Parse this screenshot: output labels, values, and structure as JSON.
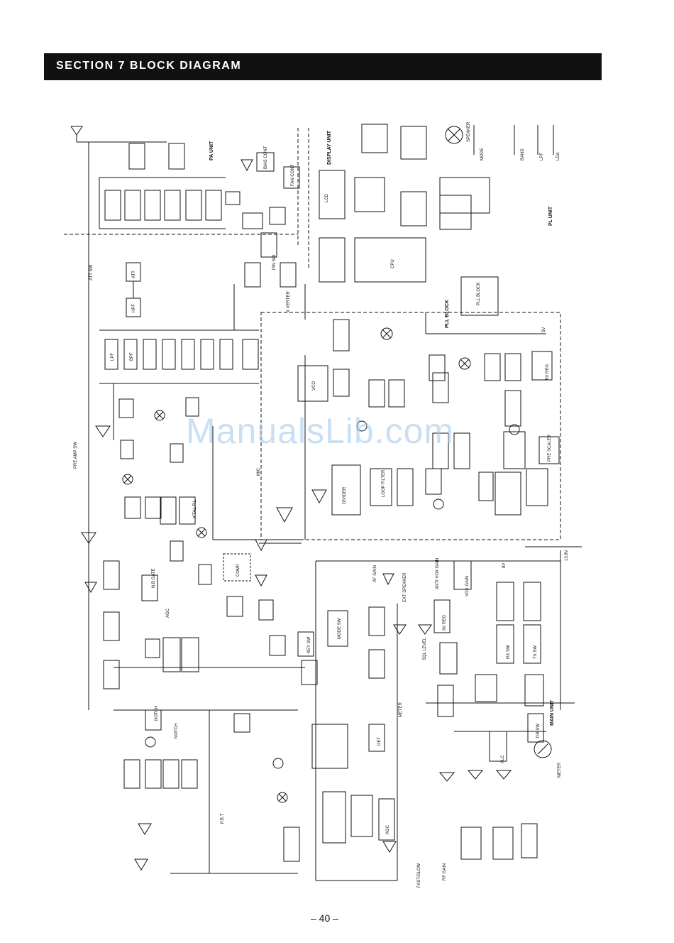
{
  "header": {
    "title": "SECTION  7  BLOCK DIAGRAM"
  },
  "units": {
    "pa_unit": "PA UNIT",
    "display_unit": "DISPLAY UNIT",
    "pll_block": "PLL BLOCK",
    "pl_unit": "PL UNIT",
    "main_unit": "MAIN UNIT"
  },
  "blocks": {
    "lpf": "LPF",
    "bpf": "BPF",
    "hpf": "HPF",
    "att": "ATT",
    "vco": "VCO",
    "lcd": "LCD",
    "det": "DET",
    "pin_sw": "PIN SW",
    "agc": "AGC",
    "notch": "NOTCH",
    "nb_gate": "N.B GATE",
    "xtal_fil": "X'TAL FIL",
    "comp": "COMP",
    "mode_sw": "MODE SW",
    "key_sw": "KEY SW",
    "bias_cont": "BIAS CONT",
    "fan_cont": "FAN CONT",
    "divider": "DIVIDER",
    "loop_filter": "LOOP FILTER",
    "pre_scaler": "PRE SCALER",
    "pll_block": "PLL BLOCK",
    "cpu": "CPU",
    "reg_8v": "8V REG",
    "reg_5v": "5V REG",
    "tx_sw": "TX SW",
    "rx_sw": "RX SW",
    "tr_sw": "T/R SW"
  },
  "labels": {
    "mode": "MODE",
    "band": "BAND",
    "lpf": "LPF",
    "lda": "LDA",
    "speaker": "SPEAKER",
    "ext_speaker": "EXT SPEAKER",
    "meter": "METER",
    "mic": "MIC",
    "af_gain": "AF GAIN",
    "rf_gain": "RF GAIN",
    "sql_level": "SQL LEVEL",
    "vox_gain": "VOX GAIN",
    "anti_vox_gain": "ANTI VOX GAIN",
    "agc": "AGC",
    "alc": "ALC",
    "pbt": "P.B.T",
    "notch": "NOTCH",
    "fast_slow": "FAST/SLOW",
    "x_verter": "X VERTER",
    "att_sw": "ATT SW",
    "pre_amp_sw": "PRE AMP SW",
    "v138": "13.8V",
    "v5": "5V",
    "v8": "8V"
  },
  "page": {
    "number": "– 40 –"
  },
  "watermark": "ManualsLib.com"
}
